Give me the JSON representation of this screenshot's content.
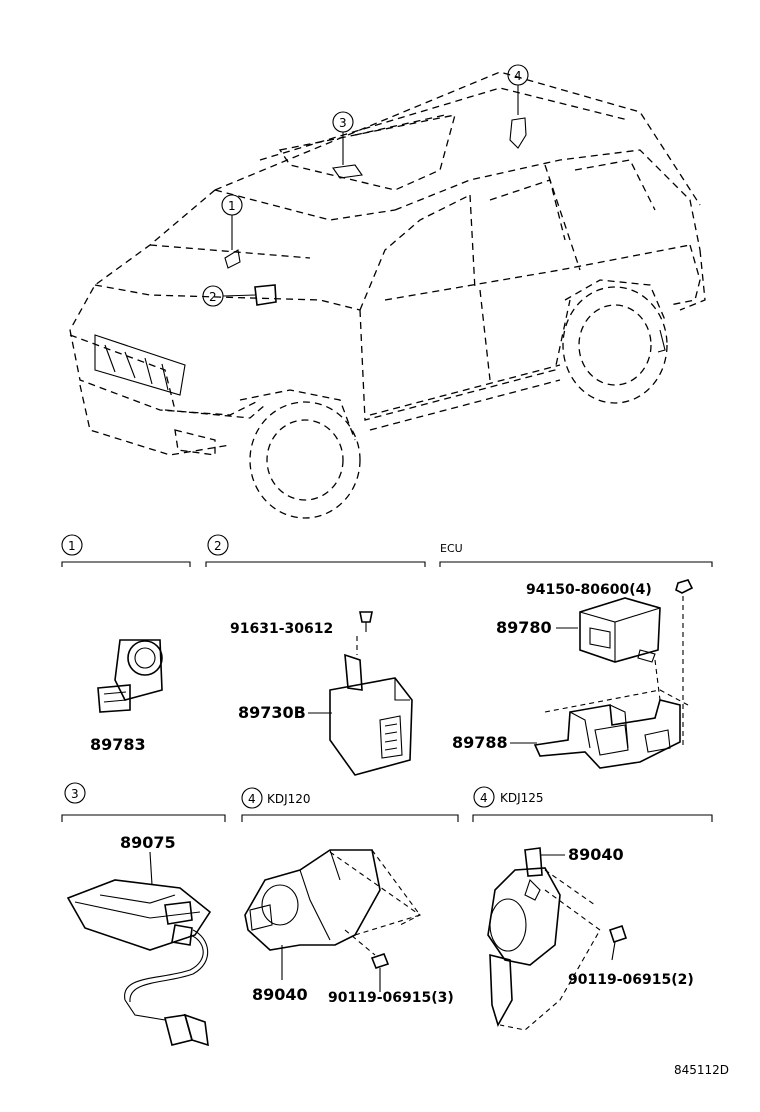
{
  "callouts": [
    "1",
    "2",
    "3",
    "4"
  ],
  "sections": {
    "s1": {
      "num": "1"
    },
    "s2": {
      "num": "2"
    },
    "ecu": {
      "label": "ECU"
    },
    "s3": {
      "num": "3"
    },
    "s4a": {
      "num": "4",
      "variant": "KDJ120"
    },
    "s4b": {
      "num": "4",
      "variant": "KDJ125"
    }
  },
  "parts": {
    "p89783": "89783",
    "p91631": "91631-30612",
    "p89730B": "89730B",
    "p94150": "94150-80600(4)",
    "p89780": "89780",
    "p89788": "89788",
    "p89075": "89075",
    "p89040a": "89040",
    "p90119a": "90119-06915(3)",
    "p89040b": "89040",
    "p90119b": "90119-06915(2)"
  },
  "drawing_code": "845112D"
}
